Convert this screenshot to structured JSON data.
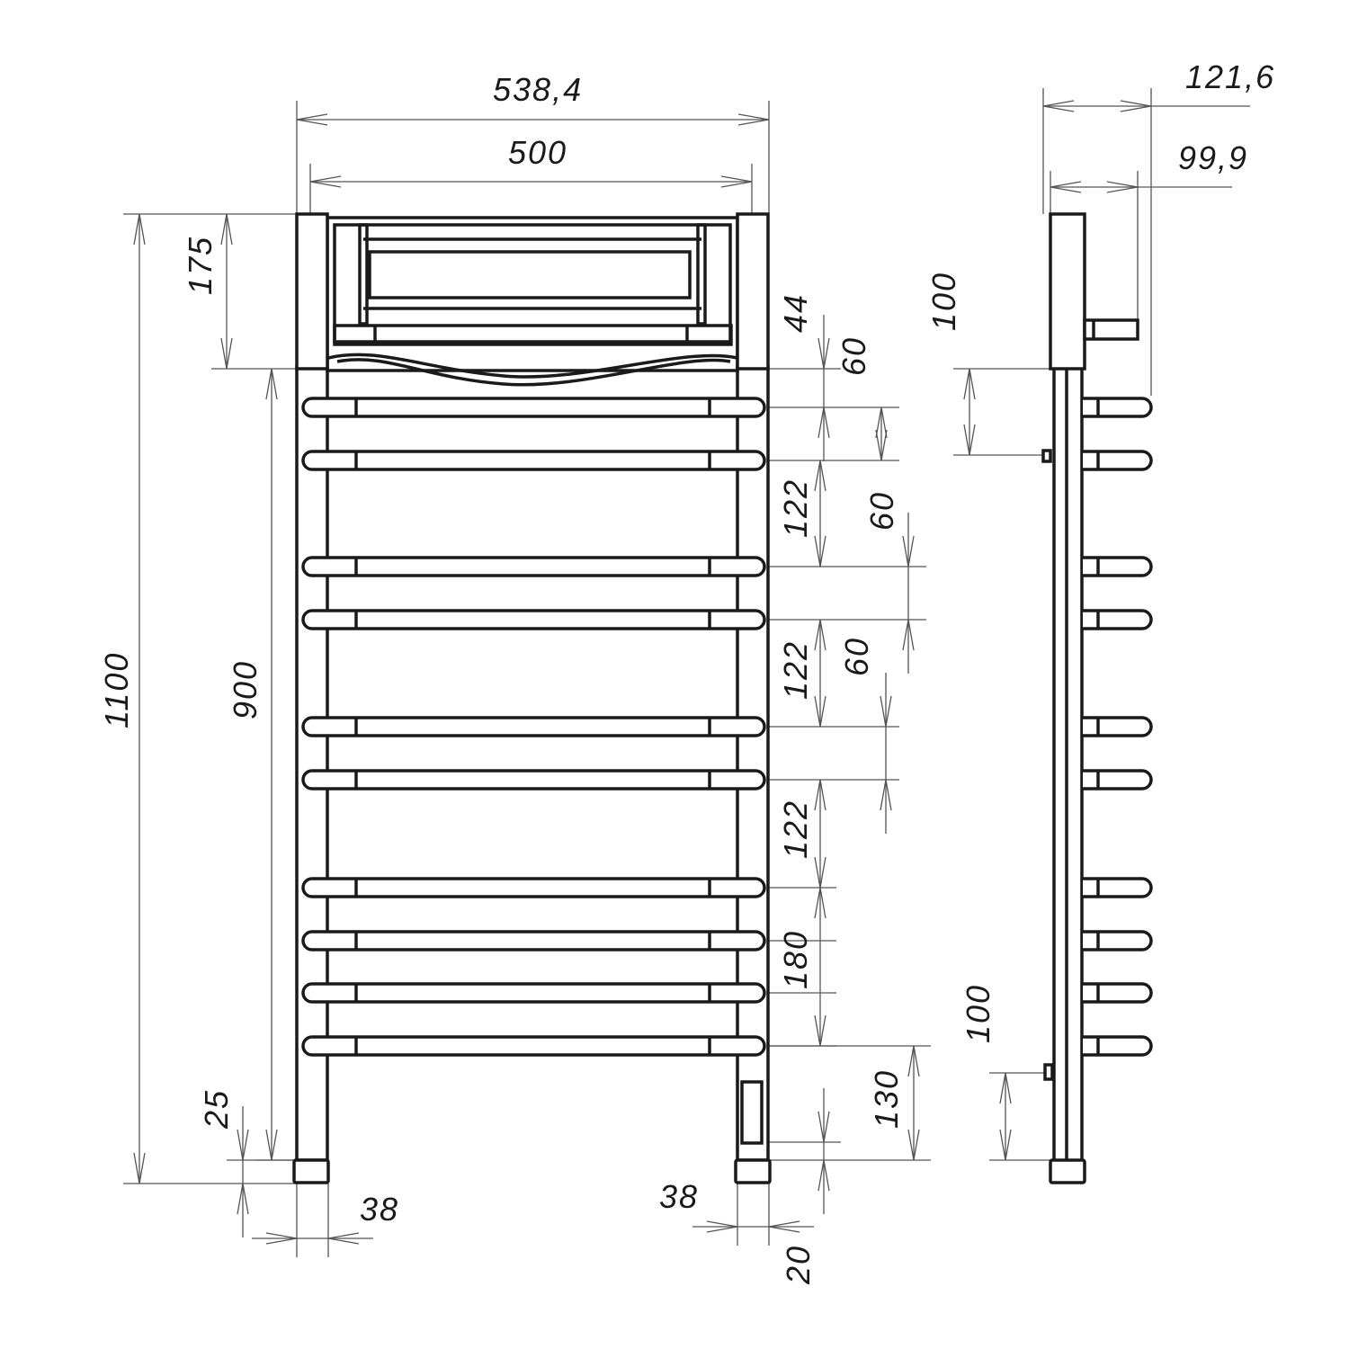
{
  "drawing": {
    "front_view": {
      "overall_width": "538,4",
      "center_distance_width": "500",
      "overall_height": "1100",
      "shelf_height": "175",
      "center_distance_height": "900",
      "foot_height": "25",
      "left_post_width": "38",
      "right_post_width": "38",
      "bottom_offset": "20",
      "heater_bar_offset": "130",
      "top_gap": "44",
      "bar_spacings": [
        "60",
        "122",
        "60",
        "122",
        "60",
        "122",
        "180"
      ],
      "bar_count": 10
    },
    "side_view": {
      "overall_depth": "121,6",
      "shelf_depth": "99,9",
      "upper_bracket_offset": "100",
      "lower_bracket_offset": "100"
    }
  }
}
